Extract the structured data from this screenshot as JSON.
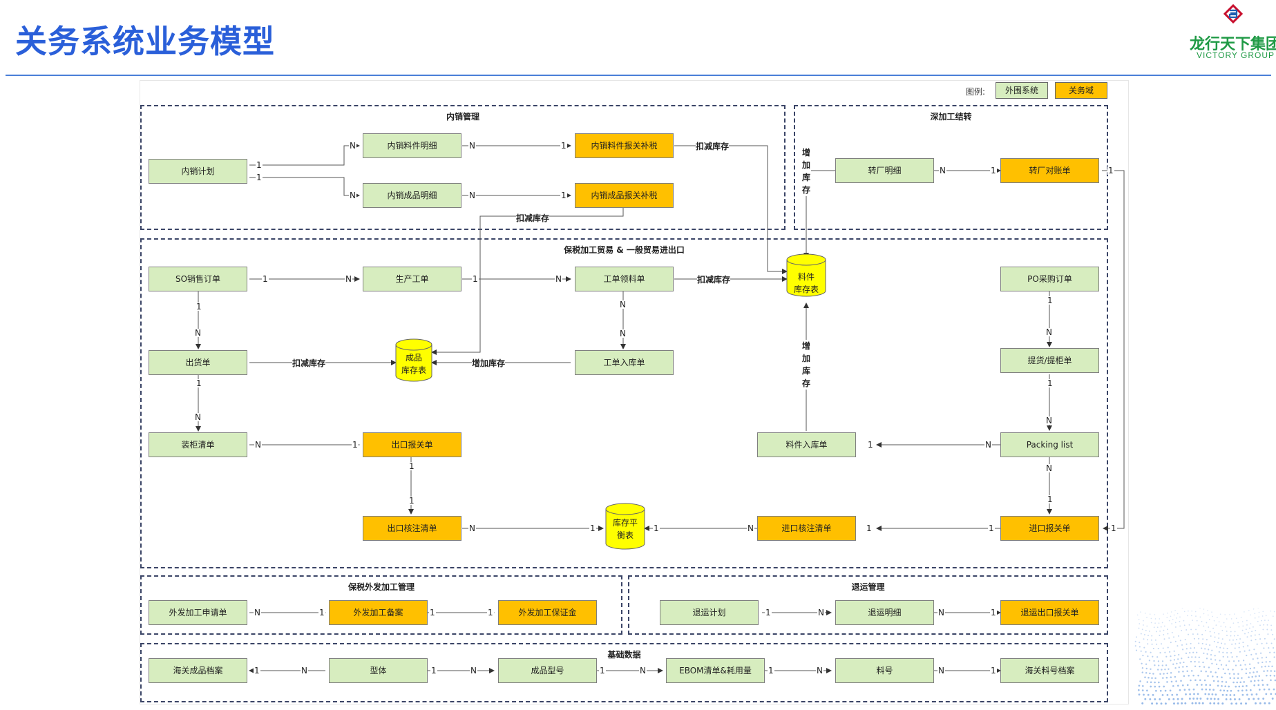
{
  "header": {
    "title": "关务系统业务模型",
    "logo_cn": "龙行天下集团",
    "logo_en": "VICTORY GROUP"
  },
  "legend": {
    "label": "图例:",
    "external": "外围系统",
    "customs": "关务域"
  },
  "colors": {
    "external_fill": "#d7edbf",
    "customs_fill": "#ffc000",
    "store_fill": "#ffff00",
    "title_blue": "#2a5fd9",
    "logo_green": "#1f9a45",
    "logo_red": "#c8102e"
  },
  "groups": {
    "domestic": "内销管理",
    "deep": "深加工结转",
    "bonded": "保税加工贸易 & 一般贸易进出口",
    "outsource": "保税外发加工管理",
    "returns": "退运管理",
    "base": "基础数据"
  },
  "nodes": {
    "ds_plan": "内销计划",
    "ds_mat_detail": "内销料件明细",
    "ds_prod_detail": "内销成品明细",
    "ds_mat_tax": "内销料件报关补税",
    "ds_prod_tax": "内销成品报关补税",
    "dp_detail": "转厂明细",
    "dp_statement": "转厂对账单",
    "so": "SO销售订单",
    "work_order": "生产工单",
    "wo_issue": "工单领料单",
    "po": "PO采购订单",
    "shipment": "出货单",
    "wo_receipt": "工单入库单",
    "pickup": "提货/提柜单",
    "packing_list_out": "装柜清单",
    "export_decl": "出口报关单",
    "mat_receipt": "料件入库单",
    "packing_list_in": "Packing list",
    "export_verif": "出口核注清单",
    "import_verif": "进口核注清单",
    "import_decl": "进口报关单",
    "os_apply": "外发加工申请单",
    "os_record": "外发加工备案",
    "os_bond": "外发加工保证金",
    "rt_plan": "退运计划",
    "rt_detail": "退运明细",
    "rt_export_decl": "退运出口报关单",
    "bd_customs_prod": "海关成品档案",
    "bd_model": "型体",
    "bd_prod_model": "成品型号",
    "bd_ebom": "EBOM清单&耗用量",
    "bd_part_no": "料号",
    "bd_customs_part": "海关料号档案"
  },
  "stores": {
    "mat_stock": [
      "料件",
      "库存表"
    ],
    "prod_stock": [
      "成品",
      "库存表"
    ],
    "balance": [
      "库存平",
      "衡表"
    ]
  },
  "edge_labels": {
    "deduct_stock": "扣减库存",
    "add_stock": "增加库存"
  },
  "card": {
    "one": "1",
    "many": "N"
  }
}
